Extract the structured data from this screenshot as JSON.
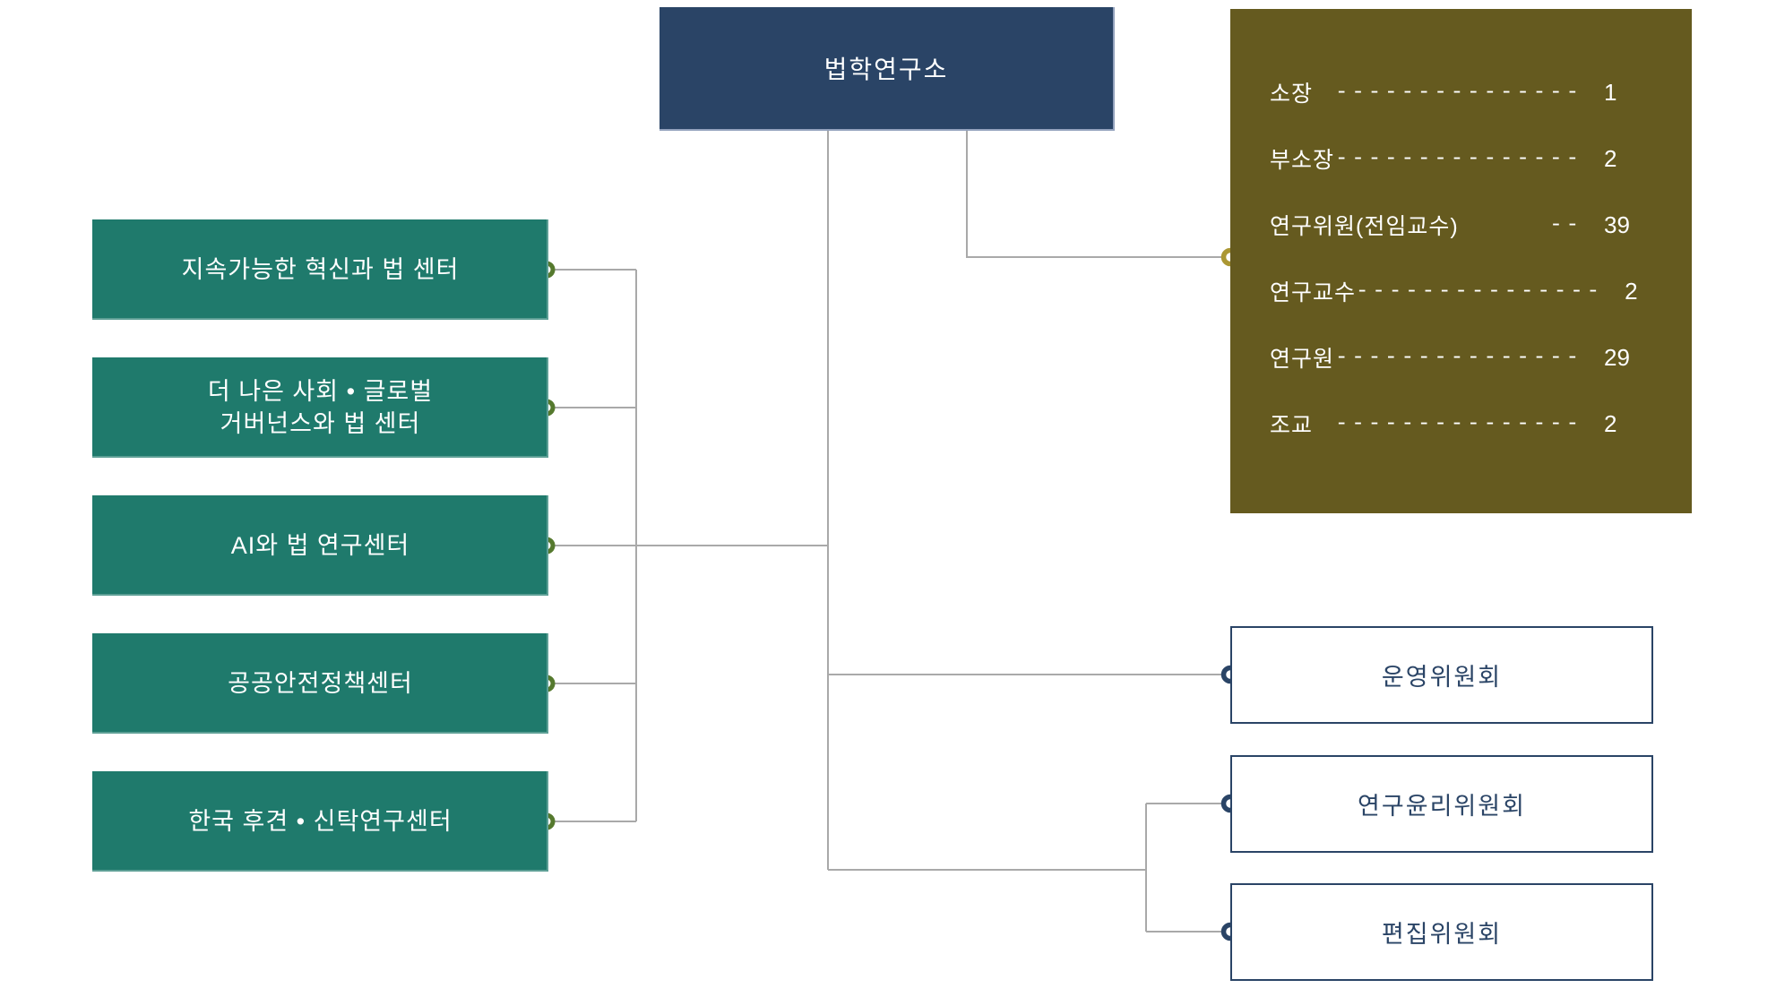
{
  "root": {
    "label": "법학연구소"
  },
  "staff": {
    "rows": [
      {
        "label": "소장",
        "dashes": "---------------",
        "count": "1"
      },
      {
        "label": "부소장",
        "dashes": "---------------",
        "count": "2"
      },
      {
        "label": "연구위원(전임교수)",
        "dashes": "--",
        "count": "39"
      },
      {
        "label": "연구교수",
        "dashes": "---------------",
        "count": "2"
      },
      {
        "label": "연구원",
        "dashes": "---------------",
        "count": "29"
      },
      {
        "label": "조교",
        "dashes": "---------------",
        "count": "2"
      }
    ]
  },
  "centers": [
    {
      "line1": "지속가능한 혁신과 법 센터",
      "line2": ""
    },
    {
      "line1": "더 나은 사회 • 글로벌",
      "line2": "거버넌스와 법 센터"
    },
    {
      "line1": "AI와 법 연구센터",
      "line2": ""
    },
    {
      "line1": "공공안전정책센터",
      "line2": ""
    },
    {
      "line1": "한국 후견 • 신탁연구센터",
      "line2": ""
    }
  ],
  "committees": [
    {
      "label": "운영위원회"
    },
    {
      "label": "연구윤리위원회"
    },
    {
      "label": "편집위원회"
    }
  ],
  "colors": {
    "root_navy": "#2a4466",
    "center_teal": "#1f7a6c",
    "staff_olive": "#655a1f",
    "ring_green": "#55792e",
    "ring_gold": "#ab9733",
    "ring_navy": "#2a4466",
    "line_gray": "#a9a9a9"
  }
}
